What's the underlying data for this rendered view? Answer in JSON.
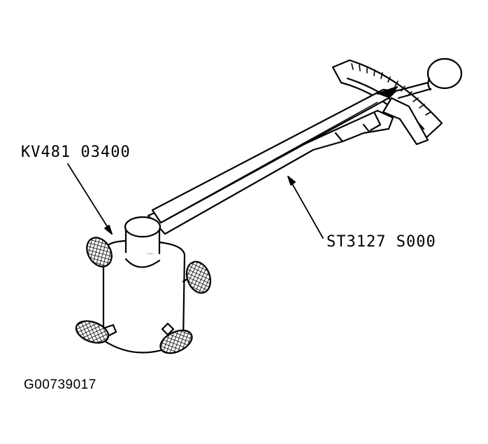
{
  "labels": {
    "adapter_part_no": "KV481 03400",
    "wrench_part_no": "ST3127 S000",
    "figure_id": "G00739017"
  },
  "colors": {
    "line": "#000000",
    "background": "#ffffff"
  }
}
